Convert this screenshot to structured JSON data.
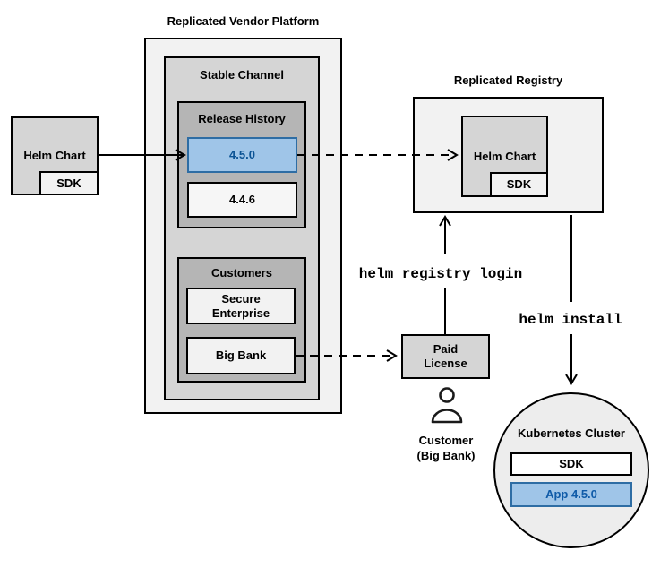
{
  "nodes": {
    "platform_title": "Replicated Vendor Platform",
    "stable_channel_label": "Stable Channel",
    "release_history_label": "Release History",
    "release_new_version": "4.5.0",
    "release_old_version": "4.4.6",
    "customers_label": "Customers",
    "customer_secure_enterprise": "Secure Enterprise",
    "customer_big_bank": "Big Bank",
    "vendor_helm_chart_label": "Helm Chart",
    "vendor_sdk_label": "SDK",
    "registry_title": "Replicated Registry",
    "registry_helm_chart_label": "Helm Chart",
    "registry_sdk_label": "SDK",
    "paid_license_label": "Paid License",
    "customer_caption_line1": "Customer",
    "customer_caption_line2": "(Big Bank)",
    "cluster_title": "Kubernetes Cluster",
    "cluster_sdk_label": "SDK",
    "cluster_app_label": "App 4.5.0"
  },
  "commands": {
    "registry_login": "helm registry login",
    "install": "helm install"
  },
  "icons": {
    "customer_person": "person-icon"
  },
  "colors": {
    "highlight_fill": "#9fc5e8",
    "highlight_border": "#2e6da4",
    "highlight_text": "#0b5394",
    "cluster_app_text": "#0f5ba8",
    "container_light": "#f2f2f2",
    "container_medium": "#d5d5d5",
    "container_dark": "#b5b5b5",
    "circle_fill": "#ededed",
    "line_color": "#000000",
    "background": "#ffffff"
  }
}
